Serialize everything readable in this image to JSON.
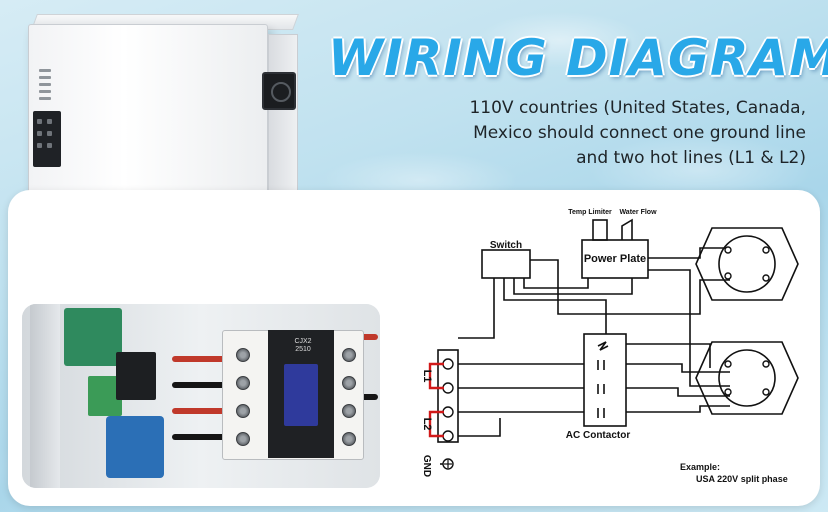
{
  "header": {
    "title": "WIRING DIAGRAM",
    "subtitle_lines": [
      "110V countries (United States, Canada,",
      "Mexico should connect one ground line",
      "and two hot lines (L1 & L2)"
    ]
  },
  "diagram": {
    "switch_label": "Switch",
    "power_plate_label": "Power Plate",
    "temp_limiter_label": "Temp Limiter",
    "water_flow_label": "Water Flow",
    "ac_contactor_label": "AC Contactor",
    "l1_label": "L1",
    "l2_label": "L2",
    "gnd_label": "GND",
    "example_line1": "Example:",
    "example_line2": "USA 220V split phase"
  },
  "photo": {
    "contactor_text": "CJX2 2510"
  },
  "colors": {
    "title_blue": "#29a8e8",
    "l_wire_red": "#d11919",
    "diagram_line": "#111111"
  }
}
